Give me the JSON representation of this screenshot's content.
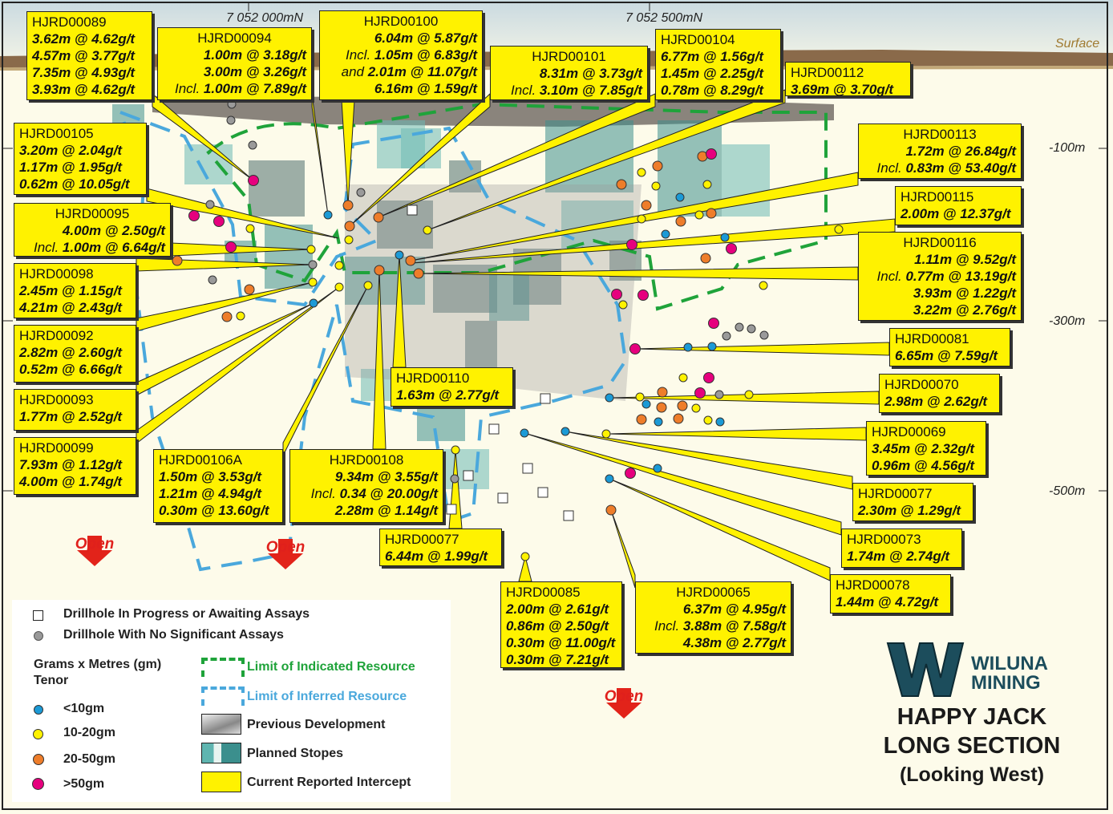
{
  "axes": {
    "easting_1": "7 052 000mN",
    "easting_2": "7 052 500mN",
    "surface": "Surface",
    "depth_labels": [
      "-100m",
      "-300m",
      "-500m"
    ]
  },
  "open_label": "Open",
  "callouts": [
    {
      "id": "HJRD00089",
      "lines": [
        {
          "p": "",
          "v": "3.62m @ 4.62g/t"
        },
        {
          "p": "",
          "v": "4.57m @ 3.77g/t"
        },
        {
          "p": "",
          "v": "7.35m @ 4.93g/t"
        },
        {
          "p": "",
          "v": "3.93m @ 4.62g/t"
        }
      ]
    },
    {
      "id": "HJRD00094",
      "lines": [
        {
          "p": "",
          "v": "1.00m @ 3.18g/t"
        },
        {
          "p": "",
          "v": "3.00m @ 3.26g/t"
        },
        {
          "p": "Incl.",
          "v": "1.00m @ 7.89g/t"
        }
      ]
    },
    {
      "id": "HJRD00100",
      "lines": [
        {
          "p": "",
          "v": "6.04m @ 5.87g/t"
        },
        {
          "p": "Incl.",
          "v": "1.05m @ 6.83g/t"
        },
        {
          "p": "and",
          "v": "2.01m @ 11.07g/t"
        },
        {
          "p": "",
          "v": "6.16m @ 1.59g/t"
        }
      ]
    },
    {
      "id": "HJRD00101",
      "lines": [
        {
          "p": "",
          "v": "8.31m @ 3.73g/t"
        },
        {
          "p": "Incl.",
          "v": "3.10m @ 7.85g/t"
        }
      ]
    },
    {
      "id": "HJRD00104",
      "lines": [
        {
          "p": "",
          "v": "6.77m @ 1.56g/t"
        },
        {
          "p": "",
          "v": "1.45m @ 2.25g/t"
        },
        {
          "p": "",
          "v": "0.78m @ 8.29g/t"
        }
      ]
    },
    {
      "id": "HJRD00112",
      "lines": [
        {
          "p": "",
          "v": "3.69m @ 3.70g/t"
        }
      ]
    },
    {
      "id": "HJRD00105",
      "lines": [
        {
          "p": "",
          "v": "3.20m @ 2.04g/t"
        },
        {
          "p": "",
          "v": "1.17m @ 1.95g/t"
        },
        {
          "p": "",
          "v": "0.62m @ 10.05g/t"
        }
      ]
    },
    {
      "id": "HJRD00095",
      "lines": [
        {
          "p": "",
          "v": "4.00m @ 2.50g/t"
        },
        {
          "p": "Incl.",
          "v": "1.00m @ 6.64g/t"
        }
      ]
    },
    {
      "id": "HJRD00098",
      "lines": [
        {
          "p": "",
          "v": "2.45m @ 1.15g/t"
        },
        {
          "p": "",
          "v": "4.21m @ 2.43g/t"
        }
      ]
    },
    {
      "id": "HJRD00092",
      "lines": [
        {
          "p": "",
          "v": "2.82m @ 2.60g/t"
        },
        {
          "p": "",
          "v": "0.52m @ 6.66g/t"
        }
      ]
    },
    {
      "id": "HJRD00093",
      "lines": [
        {
          "p": "",
          "v": "1.77m @ 2.52g/t"
        }
      ]
    },
    {
      "id": "HJRD00099",
      "lines": [
        {
          "p": "",
          "v": "7.93m @ 1.12g/t"
        },
        {
          "p": "",
          "v": "4.00m @ 1.74g/t"
        }
      ]
    },
    {
      "id": "HJRD00106A",
      "lines": [
        {
          "p": "",
          "v": "1.50m @ 3.53g/t"
        },
        {
          "p": "",
          "v": "1.21m @ 4.94g/t"
        },
        {
          "p": "",
          "v": "0.30m @ 13.60g/t"
        }
      ]
    },
    {
      "id": "HJRD00108",
      "lines": [
        {
          "p": "",
          "v": "9.34m @ 3.55g/t"
        },
        {
          "p": "Incl.",
          "v": "0.34 @ 20.00g/t"
        },
        {
          "p": "",
          "v": "2.28m @ 1.14g/t"
        }
      ]
    },
    {
      "id": "HJRD00110",
      "lines": [
        {
          "p": "",
          "v": "1.63m @ 2.77g/t"
        }
      ]
    },
    {
      "id": "HJRD00113",
      "lines": [
        {
          "p": "",
          "v": "1.72m @ 26.84g/t"
        },
        {
          "p": "Incl.",
          "v": "0.83m @ 53.40g/t"
        }
      ]
    },
    {
      "id": "HJRD00115",
      "lines": [
        {
          "p": "",
          "v": "2.00m @ 12.37g/t"
        }
      ]
    },
    {
      "id": "HJRD00116",
      "lines": [
        {
          "p": "",
          "v": "1.11m @ 9.52g/t"
        },
        {
          "p": "Incl.",
          "v": "0.77m @ 13.19g/t"
        },
        {
          "p": "",
          "v": "3.93m @ 1.22g/t"
        },
        {
          "p": "",
          "v": "3.22m @ 2.76g/t"
        }
      ]
    },
    {
      "id": "HJRD00081",
      "lines": [
        {
          "p": "",
          "v": "6.65m @ 7.59g/t"
        }
      ]
    },
    {
      "id": "HJRD00070",
      "lines": [
        {
          "p": "",
          "v": "2.98m @ 2.62g/t"
        }
      ]
    },
    {
      "id": "HJRD00069",
      "lines": [
        {
          "p": "",
          "v": "3.45m @ 2.32g/t"
        },
        {
          "p": "",
          "v": "0.96m @ 4.56g/t"
        }
      ]
    },
    {
      "id": "HJRD00077",
      "lines": [
        {
          "p": "",
          "v": "2.30m @ 1.29g/t"
        }
      ]
    },
    {
      "id": "HJRD00073",
      "lines": [
        {
          "p": "",
          "v": "1.74m @ 2.74g/t"
        }
      ]
    },
    {
      "id": "HJRD00078",
      "lines": [
        {
          "p": "",
          "v": "1.44m @ 4.72g/t"
        }
      ]
    },
    {
      "id": "HJRD00077",
      "lines": [
        {
          "p": "",
          "v": "6.44m @ 1.99g/t"
        }
      ]
    },
    {
      "id": "HJRD00085",
      "lines": [
        {
          "p": "",
          "v": "2.00m @ 2.61g/t"
        },
        {
          "p": "",
          "v": "0.86m @ 2.50g/t"
        },
        {
          "p": "",
          "v": "0.30m @ 11.00g/t"
        },
        {
          "p": "",
          "v": "0.30m @ 7.21g/t"
        }
      ]
    },
    {
      "id": "HJRD00065",
      "lines": [
        {
          "p": "",
          "v": "6.37m @ 4.95g/t"
        },
        {
          "p": "Incl.",
          "v": "3.88m @ 7.58g/t"
        },
        {
          "p": "",
          "v": "4.38m @ 2.77g/t"
        }
      ]
    }
  ],
  "legend": {
    "in_progress": "Drillhole In Progress or Awaiting Assays",
    "no_significant": "Drillhole With No Significant Assays",
    "gm_title_1": "Grams x Metres (gm)",
    "gm_title_2": "Tenor",
    "classes": [
      "<10gm",
      "10-20gm",
      "20-50gm",
      ">50gm"
    ],
    "indicated": "Limit of Indicated Resource",
    "inferred": "Limit of Inferred Resource",
    "previous_dev": "Previous Development",
    "planned_stopes": "Planned Stopes",
    "current_intercept": "Current Reported Intercept"
  },
  "colors": {
    "lt10": "#1b9ad6",
    "10_20": "#fff200",
    "20_50": "#ee7d2a",
    "gt50": "#e6007e",
    "indicated": "#1fa33a",
    "inferred": "#4aa8dc",
    "open": "#e2231a"
  },
  "logo": {
    "line1": "WILUNA",
    "line2": "MINING"
  },
  "title": {
    "line1": "HAPPY JACK",
    "line2": "LONG SECTION",
    "line3": "(Looking West)"
  }
}
